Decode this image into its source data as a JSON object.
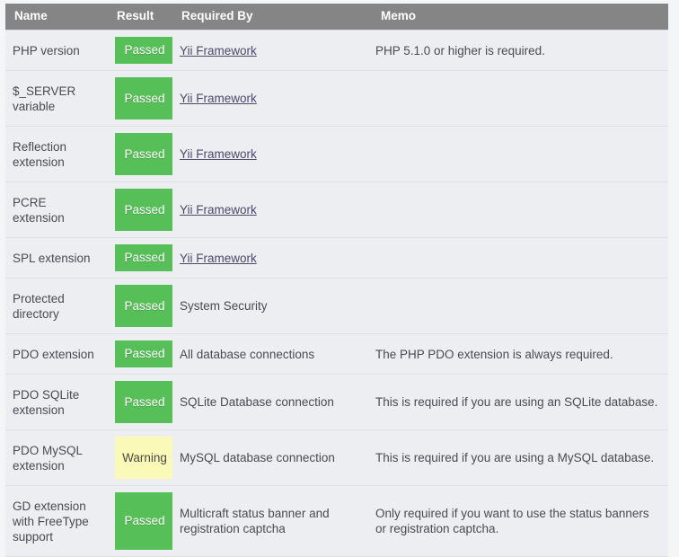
{
  "page": {
    "background_color": "#f4f5f6",
    "table_background_color": "#edeef1",
    "header_background_color": "#858585",
    "passed_color": "#57bf57",
    "warning_color": "#faf9b8"
  },
  "table": {
    "columns": [
      {
        "key": "name",
        "label": "Name"
      },
      {
        "key": "result",
        "label": "Result"
      },
      {
        "key": "required_by",
        "label": "Required By"
      },
      {
        "key": "memo",
        "label": "Memo"
      }
    ],
    "rows": [
      {
        "name": "PHP version",
        "result": "Passed",
        "result_state": "passed",
        "required_by": "Yii Framework",
        "required_by_is_link": true,
        "memo": "PHP 5.1.0 or higher is required."
      },
      {
        "name": "$_SERVER variable",
        "result": "Passed",
        "result_state": "passed",
        "required_by": "Yii Framework",
        "required_by_is_link": true,
        "memo": ""
      },
      {
        "name": "Reflection extension",
        "result": "Passed",
        "result_state": "passed",
        "required_by": "Yii Framework",
        "required_by_is_link": true,
        "memo": ""
      },
      {
        "name": "PCRE extension",
        "result": "Passed",
        "result_state": "passed",
        "required_by": "Yii Framework",
        "required_by_is_link": true,
        "memo": ""
      },
      {
        "name": "SPL extension",
        "result": "Passed",
        "result_state": "passed",
        "required_by": "Yii Framework",
        "required_by_is_link": true,
        "memo": ""
      },
      {
        "name": "Protected directory",
        "result": "Passed",
        "result_state": "passed",
        "required_by": "System Security",
        "required_by_is_link": false,
        "memo": ""
      },
      {
        "name": "PDO extension",
        "result": "Passed",
        "result_state": "passed",
        "required_by": "All database connections",
        "required_by_is_link": false,
        "memo": "The PHP PDO extension is always required."
      },
      {
        "name": "PDO SQLite extension",
        "result": "Passed",
        "result_state": "passed",
        "required_by": "SQLite Database connection",
        "required_by_is_link": false,
        "memo": "This is required if you are using an SQLite database."
      },
      {
        "name": "PDO MySQL extension",
        "result": "Warning",
        "result_state": "warning",
        "required_by": "MySQL database connection",
        "required_by_is_link": false,
        "memo": "This is required if you are using a MySQL database."
      },
      {
        "name": "GD extension with FreeType support",
        "result": "Passed",
        "result_state": "passed",
        "required_by": "Multicraft status banner and registration captcha",
        "required_by_is_link": false,
        "memo": "Only required if you want to use the status banners or registration captcha."
      }
    ]
  }
}
